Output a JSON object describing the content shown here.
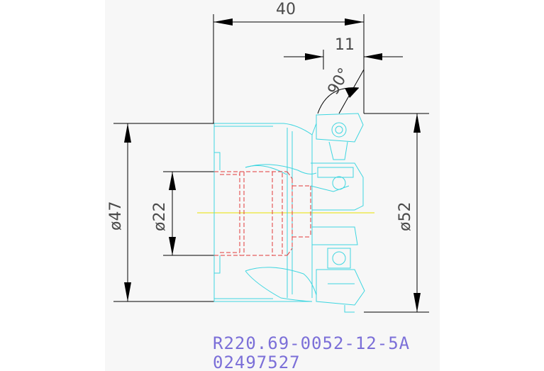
{
  "dimensions": {
    "overall_length": "40",
    "insert_offset": "11",
    "lead_angle": "90°",
    "diameter_47": "ø47",
    "diameter_22": "ø22",
    "diameter_52": "ø52"
  },
  "part": {
    "code": "R220.69-0052-12-5A",
    "number": "02497527"
  },
  "colors": {
    "dimension_line": "#000000",
    "dimension_text": "#4a4a4a",
    "tool_body": "#3fd6e0",
    "bore_hidden": "#e23a3a",
    "centerline": "#e8e000",
    "part_text": "#7b6fd8",
    "background": "#f7f7f7"
  }
}
